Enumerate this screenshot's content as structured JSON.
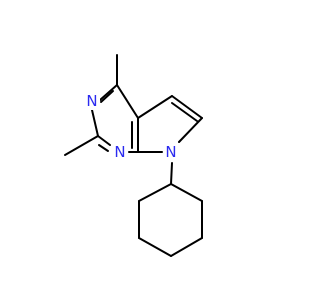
{
  "molecule": {
    "atom_labels": {
      "n_ring_upper": "N",
      "n_ring_lower": "N",
      "n_pyrrole": "N"
    },
    "colors": {
      "bond": "#000000",
      "heteroatom": "#2b2bf0",
      "background": "#ffffff"
    }
  }
}
